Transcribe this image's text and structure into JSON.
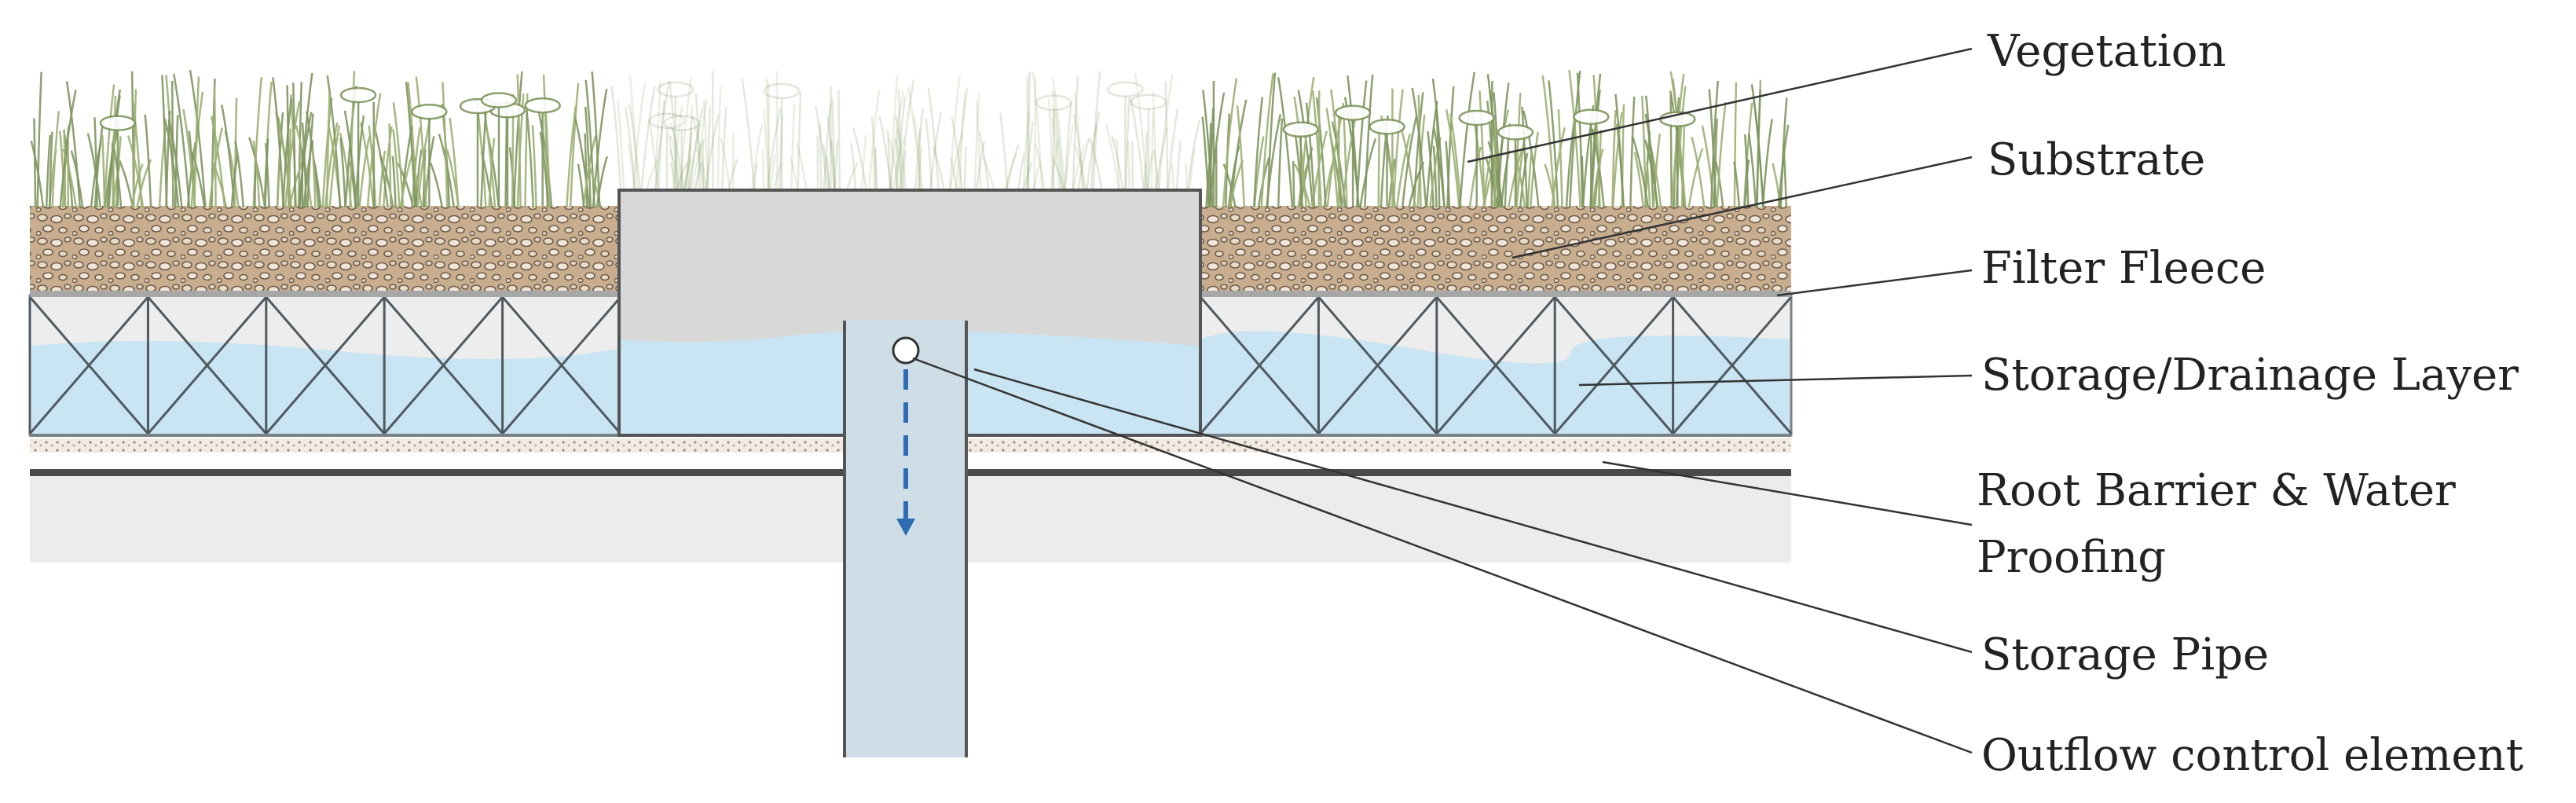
{
  "diagram": {
    "labels": {
      "vegetation": "Vegetation",
      "substrate": "Substrate",
      "filter_fleece": "Filter Fleece",
      "storage_drainage": "Storage/Drainage Layer",
      "root_barrier_line1": "Root Barrier & Water",
      "root_barrier_line2": "Proofing",
      "storage_pipe": "Storage Pipe",
      "outflow_control": "Outflow control element"
    },
    "colors": {
      "soil": "#c8ad8e",
      "water": "#c9e4f2",
      "pipe": "#cfdde6",
      "slab": "#ececec",
      "box": "#d8d8d8",
      "grass": "#9db076",
      "flow_arrow": "#2e6db4",
      "lines": "#555555"
    }
  }
}
